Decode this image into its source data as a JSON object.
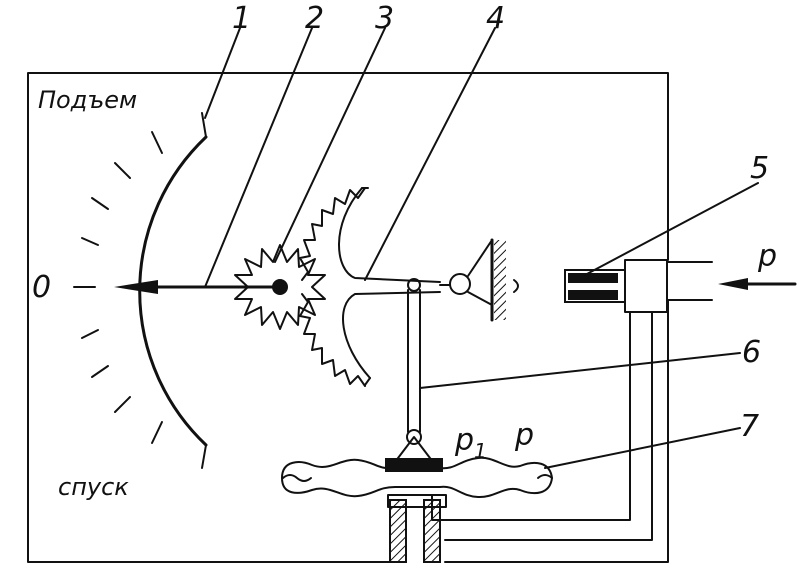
{
  "labels": {
    "callouts": [
      "1",
      "2",
      "3",
      "4",
      "5",
      "6",
      "7"
    ],
    "rise": "Подъем",
    "descent": "спуск",
    "zero": "0",
    "pressure": "p",
    "pressure_p1": "p",
    "pressure_p1_sub": "1",
    "pressure_inside": "p"
  }
}
